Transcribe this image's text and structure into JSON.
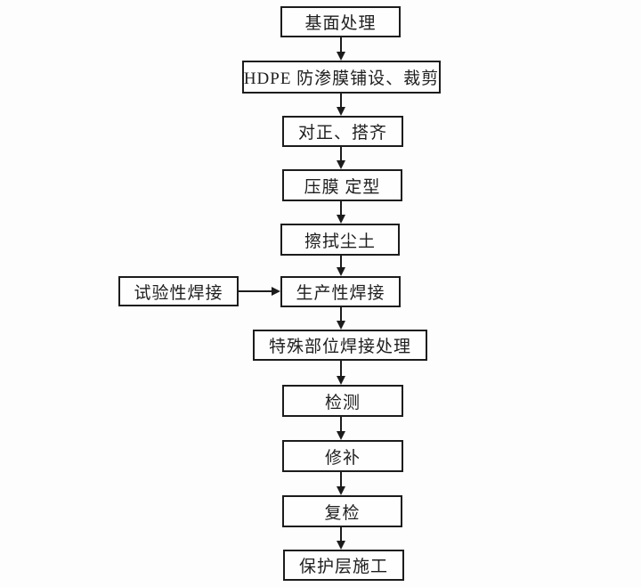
{
  "flow": {
    "nodes": [
      {
        "label": "基面处理"
      },
      {
        "label": "HDPE 防渗膜铺设、裁剪"
      },
      {
        "label": "对正、搭齐"
      },
      {
        "label": "压膜 定型"
      },
      {
        "label": "擦拭尘土"
      },
      {
        "label": "生产性焊接"
      },
      {
        "label": "特殊部位焊接处理"
      },
      {
        "label": "检测"
      },
      {
        "label": "修补"
      },
      {
        "label": "复检"
      },
      {
        "label": "保护层施工"
      }
    ],
    "side_node": {
      "label": "试验性焊接"
    },
    "edges": [
      {
        "from": "基面处理",
        "to": "HDPE 防渗膜铺设、裁剪"
      },
      {
        "from": "HDPE 防渗膜铺设、裁剪",
        "to": "对正、搭齐"
      },
      {
        "from": "对正、搭齐",
        "to": "压膜 定型"
      },
      {
        "from": "压膜 定型",
        "to": "擦拭尘土"
      },
      {
        "from": "擦拭尘土",
        "to": "生产性焊接"
      },
      {
        "from": "试验性焊接",
        "to": "生产性焊接"
      },
      {
        "from": "生产性焊接",
        "to": "特殊部位焊接处理"
      },
      {
        "from": "特殊部位焊接处理",
        "to": "检测"
      },
      {
        "from": "检测",
        "to": "修补"
      },
      {
        "from": "修补",
        "to": "复检"
      },
      {
        "from": "复检",
        "to": "保护层施工"
      }
    ],
    "colors": {
      "border": "#1c1c1c",
      "background": "#fdfdfd",
      "text": "#1f1f1f"
    }
  }
}
